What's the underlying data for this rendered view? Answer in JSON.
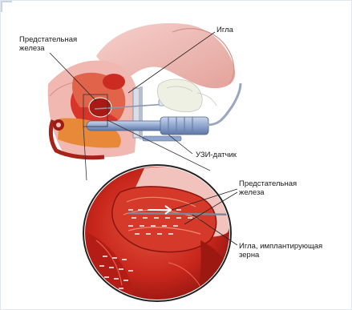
{
  "labels": {
    "prostate_top": {
      "line1": "Предстательная",
      "line2": "железа"
    },
    "needle": "Игла",
    "ultrasound_probe": "УЗИ-датчик",
    "prostate_zoom": {
      "line1": "Предстательная",
      "line2": "железа"
    },
    "implanting_needle": {
      "line1": "Игла, имплантирующая",
      "line2": "зерна"
    }
  },
  "colors": {
    "skin": "#f3c3bf",
    "skin_shadow": "#e39f98",
    "tissue_red": "#cf2d20",
    "tissue_dark": "#8e1410",
    "tissue_orange": "#e8893a",
    "probe_blue": "#8fa6cf",
    "glove": "#eef0e4",
    "seed": "#ffffff"
  }
}
